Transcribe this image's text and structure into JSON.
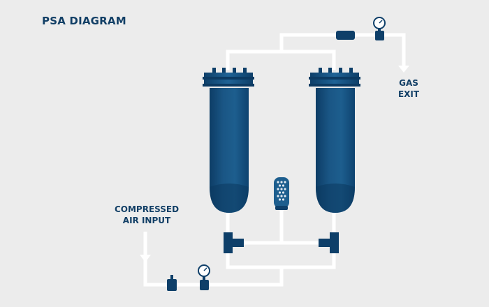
{
  "title": "PSA DIAGRAM",
  "labels": {
    "compressed_air_line1": "COMPRESSED",
    "compressed_air_line2": "AIR INPUT",
    "gas_exit_line1": "GAS",
    "gas_exit_line2": "EXIT"
  },
  "colors": {
    "background": "#ececec",
    "pipe": "#ffffff",
    "vessel_dark": "#0d3d66",
    "vessel_mid": "#1d5e8e",
    "vessel_light": "#3a7db0",
    "text": "#123f66"
  }
}
